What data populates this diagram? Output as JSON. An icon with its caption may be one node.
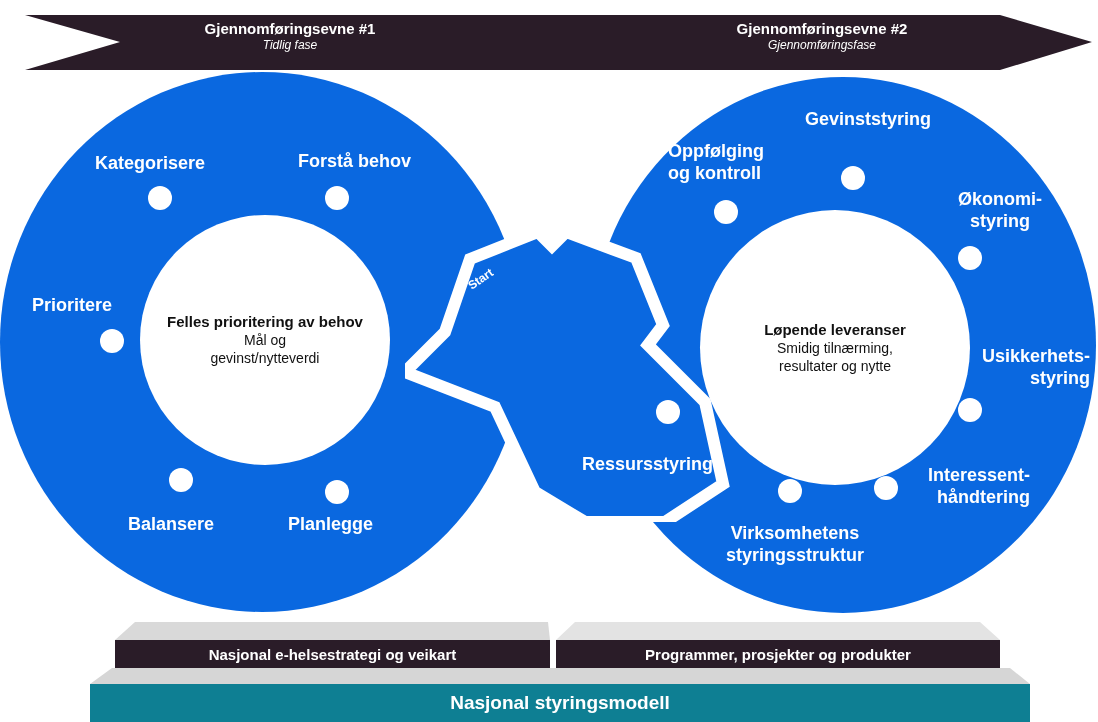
{
  "diagram": {
    "nodes": [
      {
        "text": [
          "Gjennomføringsevne #1",
          "Tidlig fase",
          "Gjennomføringsevne #2",
          "Gjennomføringsfase"
        ]
      },
      {
        "text": [
          "Felles prioritering av behov",
          "Mål og gevinst/nytteverdi"
        ]
      },
      {
        "text": [
          "Løpende leveranser",
          "Smidig tilnærming, resultater og nytte"
        ]
      },
      {
        "text": [
          "Start"
        ]
      },
      {
        "text": [
          "Nasjonal e-helsestrategi og veikart"
        ]
      },
      {
        "text": [
          "Programmer, prosjekter og produkter"
        ]
      },
      {
        "text": [
          "Nasjonal styringsmodell"
        ]
      }
    ],
    "edges": [],
    "labels": [
      "Kategorisere",
      "Forstå behov",
      "Prioritere",
      "Balansere",
      "Planlegge",
      "Oppfølging og kontroll",
      "Gevinststyring",
      "Økonomi- styring",
      "Usikkerhets- styring",
      "Interessent- håndtering",
      "Virksomhetens styringsstruktur",
      "Ressursstyring"
    ]
  }
}
